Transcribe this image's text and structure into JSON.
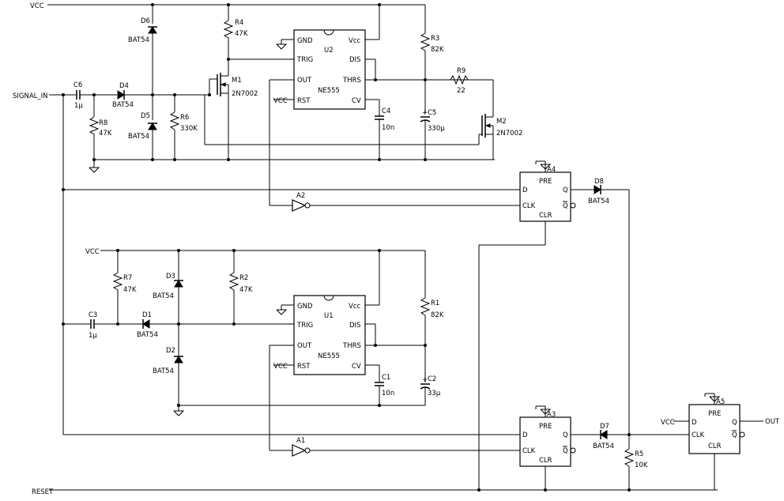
{
  "nets": {
    "vcc": "VCC",
    "signal_in": "SIGNAL_IN",
    "reset": "RESET",
    "out": "OUT"
  },
  "timer_upper": {
    "ref": "U2",
    "part": "NE555",
    "pins": {
      "gnd": "GND",
      "trig": "TRIG",
      "out": "OUT",
      "rst": "RST",
      "vcc": "Vcc",
      "dis": "DIS",
      "thrs": "THRS",
      "cv": "CV"
    },
    "vcc_label": "VCC"
  },
  "timer_lower": {
    "ref": "U1",
    "part": "NE555",
    "pins": {
      "gnd": "GND",
      "trig": "TRIG",
      "out": "OUT",
      "rst": "RST",
      "vcc": "Vcc",
      "dis": "DIS",
      "thrs": "THRS",
      "cv": "CV"
    },
    "vcc_label": "VCC"
  },
  "resistors": {
    "R1": {
      "ref": "R1",
      "value": "82K"
    },
    "R2": {
      "ref": "R2",
      "value": "47K"
    },
    "R3": {
      "ref": "R3",
      "value": "82K"
    },
    "R4": {
      "ref": "R4",
      "value": "47K"
    },
    "R5": {
      "ref": "R5",
      "value": "10K"
    },
    "R6": {
      "ref": "R6",
      "value": "330K"
    },
    "R7": {
      "ref": "R7",
      "value": "47K"
    },
    "R8": {
      "ref": "R8",
      "value": "47K"
    },
    "R9": {
      "ref": "R9",
      "value": "22"
    }
  },
  "capacitors": {
    "C1": {
      "ref": "C1",
      "value": "10n"
    },
    "C2": {
      "ref": "C2",
      "value": "33µ"
    },
    "C3": {
      "ref": "C3",
      "value": "1µ"
    },
    "C4": {
      "ref": "C4",
      "value": "10n"
    },
    "C5": {
      "ref": "C5",
      "value": "330µ"
    },
    "C6": {
      "ref": "C6",
      "value": "1µ"
    }
  },
  "diodes": {
    "D1": {
      "ref": "D1",
      "part": "BAT54"
    },
    "D2": {
      "ref": "D2",
      "part": "BAT54"
    },
    "D3": {
      "ref": "D3",
      "part": "BAT54"
    },
    "D4": {
      "ref": "D4",
      "part": "BAT54"
    },
    "D5": {
      "ref": "D5",
      "part": "BAT54"
    },
    "D6": {
      "ref": "D6",
      "part": "BAT54"
    },
    "D7": {
      "ref": "D7",
      "part": "BAT54"
    },
    "D8": {
      "ref": "D8",
      "part": "BAT54"
    }
  },
  "mosfets": {
    "M1": {
      "ref": "M1",
      "part": "2N7002"
    },
    "M2": {
      "ref": "M2",
      "part": "2N7002"
    }
  },
  "inverters": {
    "A1": {
      "ref": "A1"
    },
    "A2": {
      "ref": "A2"
    }
  },
  "flipflops": {
    "A3": {
      "ref": "A3",
      "pins": {
        "pre": "PRE",
        "d": "D",
        "q": "Q",
        "clk": "CLK",
        "qbar": "Q",
        "clr": "CLR"
      }
    },
    "A4": {
      "ref": "A4",
      "pins": {
        "pre": "PRE",
        "d": "D",
        "q": "Q",
        "clk": "CLK",
        "qbar": "Q",
        "clr": "CLR"
      }
    },
    "A5": {
      "ref": "A5",
      "pins": {
        "pre": "PRE",
        "d": "D",
        "q": "Q",
        "clk": "CLK",
        "qbar": "Q",
        "clr": "CLR"
      }
    }
  }
}
